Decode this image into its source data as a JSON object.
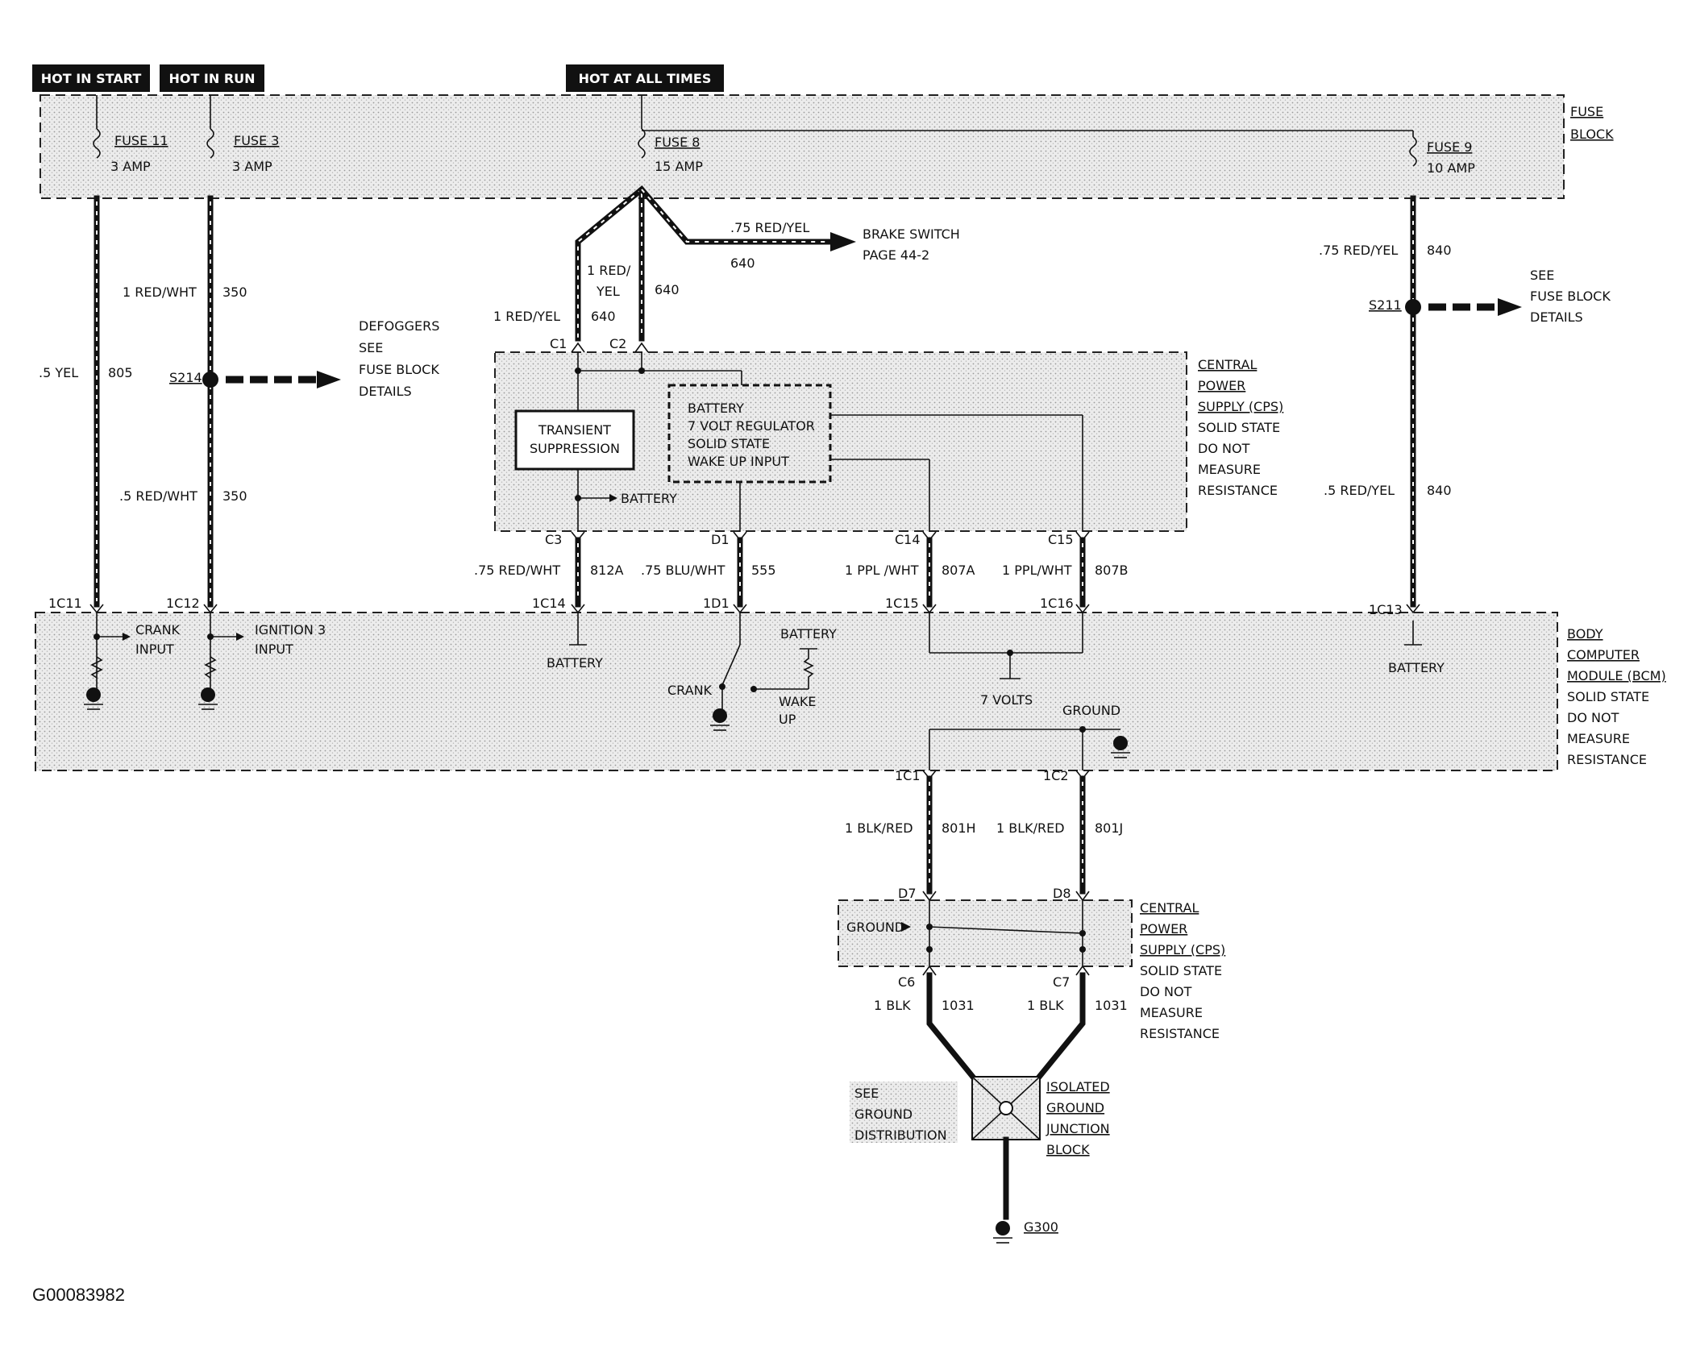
{
  "headers": {
    "hot_in_start": "HOT IN START",
    "hot_in_run": "HOT IN RUN",
    "hot_at_all_times": "HOT AT ALL TIMES"
  },
  "fuse_block": {
    "label_1": "FUSE",
    "label_2": "BLOCK",
    "fuses": [
      {
        "name": "FUSE 11",
        "rating": "3 AMP"
      },
      {
        "name": "FUSE 3",
        "rating": "3 AMP"
      },
      {
        "name": "FUSE 8",
        "rating": "15 AMP"
      },
      {
        "name": "FUSE 9",
        "rating": "10 AMP"
      }
    ]
  },
  "wires": {
    "w805": {
      "color": ".5 YEL",
      "circuit": "805"
    },
    "w350a": {
      "color": "1 RED/WHT",
      "circuit": "350"
    },
    "w350b": {
      "color": ".5 RED/WHT",
      "circuit": "350"
    },
    "w640a_color": "1 RED/YEL",
    "w640a_circuit": "640",
    "w640b_color_1": "1 RED/",
    "w640b_color_2": "YEL",
    "w640b_circuit": "640",
    "w640c": {
      "color": ".75 RED/YEL",
      "circuit": "640"
    },
    "w840a": {
      "color": ".75 RED/YEL",
      "circuit": "840"
    },
    "w840b": {
      "color": ".5 RED/YEL",
      "circuit": "840"
    },
    "w812a": {
      "color": ".75 RED/WHT",
      "circuit": "812A"
    },
    "w555": {
      "color": ".75 BLU/WHT",
      "circuit": "555"
    },
    "w807a": {
      "color": "1 PPL /WHT",
      "circuit": "807A"
    },
    "w807b": {
      "color": "1 PPL/WHT",
      "circuit": "807B"
    },
    "w801h": {
      "color": "1 BLK/RED",
      "circuit": "801H"
    },
    "w801j": {
      "color": "1 BLK/RED",
      "circuit": "801J"
    },
    "w1031a": {
      "color": "1 BLK",
      "circuit": "1031"
    },
    "w1031b": {
      "color": "1 BLK",
      "circuit": "1031"
    }
  },
  "splices": {
    "s214": "S214",
    "s211": "S211"
  },
  "refs": {
    "brake_1": "BRAKE SWITCH",
    "brake_2": "PAGE 44-2",
    "defog_1": "DEFOGGERS",
    "defog_2": "SEE",
    "defog_3": "FUSE BLOCK",
    "defog_4": "DETAILS",
    "fb_1": "SEE",
    "fb_2": "FUSE BLOCK",
    "fb_3": "DETAILS",
    "ground_1": "SEE",
    "ground_2": "GROUND",
    "ground_3": "DISTRIBUTION"
  },
  "cps_upper": {
    "title": [
      "CENTRAL",
      "POWER",
      "SUPPLY (CPS)"
    ],
    "notes": [
      "SOLID STATE",
      "DO NOT",
      "MEASURE",
      "RESISTANCE"
    ],
    "transient": [
      "TRANSIENT",
      "SUPPRESSION"
    ],
    "regulator": [
      "BATTERY",
      "7 VOLT REGULATOR",
      "SOLID STATE",
      "WAKE UP INPUT"
    ],
    "battery": "BATTERY",
    "connectors": {
      "c1": "C1",
      "c2": "C2",
      "c3": "C3",
      "d1": "D1",
      "c14": "C14",
      "c15": "C15"
    }
  },
  "bcm": {
    "title": [
      "BODY",
      "COMPUTER",
      "MODULE (BCM)"
    ],
    "notes": [
      "SOLID STATE",
      "DO NOT",
      "MEASURE",
      "RESISTANCE"
    ],
    "connectors": {
      "c11": "1C11",
      "c12": "1C12",
      "c14": "1C14",
      "d1": "1D1",
      "c15": "1C15",
      "c16": "1C16",
      "c13": "1C13",
      "c1": "1C1",
      "c2": "1C2"
    },
    "crank_input": [
      "CRANK",
      "INPUT"
    ],
    "ign_input": [
      "IGNITION 3",
      "INPUT"
    ],
    "battery": "BATTERY",
    "battery2": "BATTERY",
    "battery3": "BATTERY",
    "crank": "CRANK",
    "wake_up": [
      "WAKE",
      "UP"
    ],
    "seven_volts": "7 VOLTS",
    "ground": "GROUND"
  },
  "cps_lower": {
    "title": [
      "CENTRAL",
      "POWER",
      "SUPPLY (CPS)"
    ],
    "notes": [
      "SOLID STATE",
      "DO NOT",
      "MEASURE",
      "RESISTANCE"
    ],
    "ground": "GROUND",
    "connectors": {
      "d7": "D7",
      "d8": "D8",
      "c6": "C6",
      "c7": "C7"
    }
  },
  "junction": {
    "title": [
      "ISOLATED",
      "GROUND",
      "JUNCTION",
      "BLOCK"
    ],
    "g300": "G300"
  },
  "figure_id": "G00083982"
}
